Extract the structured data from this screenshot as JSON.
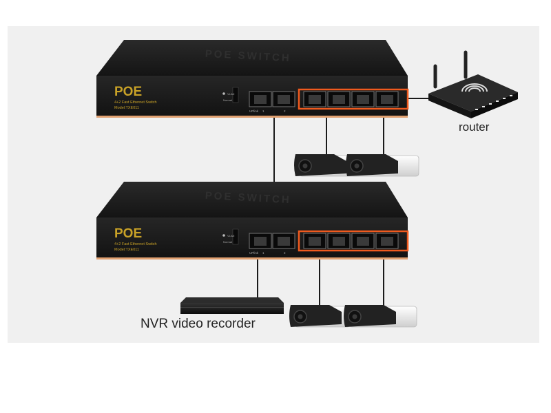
{
  "switches": [
    {
      "brand": "POE",
      "subtitle": "4+2 Fast Ethernet Switch",
      "model": "Model:TXE011",
      "top_label": "POE SWITCH",
      "uplink_label": "UPlink",
      "port_numbers": [
        "1",
        "2"
      ],
      "mode_labels": [
        "VLAN",
        "Normal"
      ]
    },
    {
      "brand": "POE",
      "subtitle": "4+2 Fast Ethernet Switch",
      "model": "Model:TXE011",
      "top_label": "POE SWITCH",
      "uplink_label": "UPlink",
      "port_numbers": [
        "1",
        "2"
      ],
      "mode_labels": [
        "VLAN",
        "Normal"
      ]
    }
  ],
  "devices": {
    "router_label": "router",
    "nvr_label": "NVR video recorder"
  },
  "colors": {
    "switch_body": "#1e1e1e",
    "brand_gold": "#c9a227",
    "poe_port_orange": "#f05a1e",
    "cable": "#1a1a1a",
    "panel_bg": "#f0f0f0"
  }
}
